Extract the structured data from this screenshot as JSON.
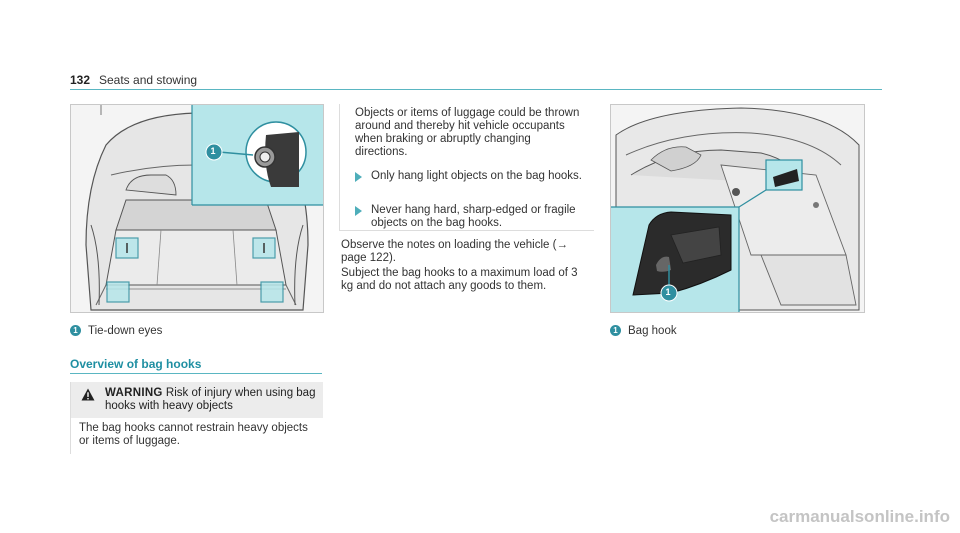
{
  "header": {
    "page_number": "132",
    "section_title": "Seats and stowing"
  },
  "figure_left": {
    "callout": "1",
    "caption": "Tie-down eyes"
  },
  "figure_right": {
    "callout": "1",
    "caption": "Bag hook"
  },
  "overview": {
    "heading": "Overview of bag hooks",
    "warning": {
      "label": "WARNING",
      "title": "Risk of injury when using bag hooks with heavy objects",
      "body": "The bag hooks cannot restrain heavy objects or items of luggage.",
      "continuation": "Objects or items of luggage could be thrown around and thereby hit vehicle occupants when braking or abruptly changing directions.",
      "bullets": [
        "Only hang light objects on the bag hooks.",
        "Never hang hard, sharp-edged or fragile objects on the bag hooks."
      ]
    },
    "observe": "Observe the notes on loading the vehicle (→ page 122).",
    "subject": "Subject the bag hooks to a maximum load of 3 kg and do not attach any goods to them."
  },
  "watermark": "carmanualsonline.info",
  "colors": {
    "accent": "#2f8fa0",
    "rule": "#5ab6c2",
    "highlight": "#b6e6ea"
  }
}
